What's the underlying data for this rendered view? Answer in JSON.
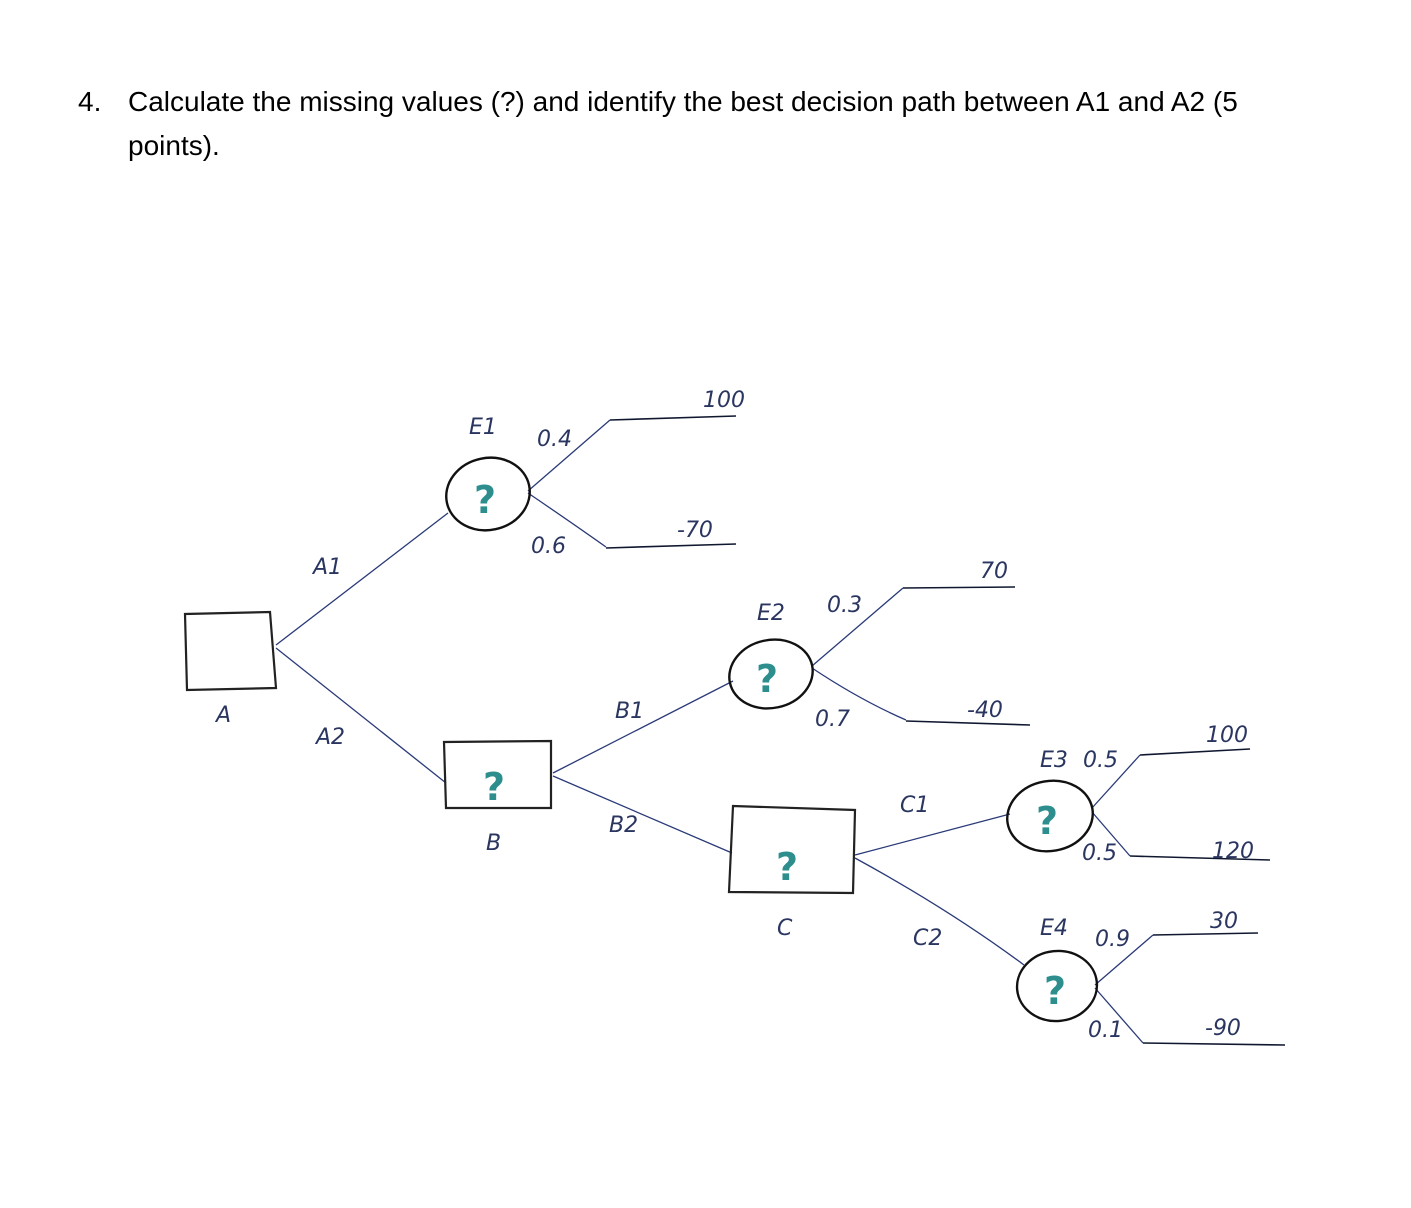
{
  "question": {
    "number": "4.",
    "text": "Calculate the missing values (?) and identify the best decision path between A1 and A2 (5 points)."
  },
  "tree": {
    "root_label": "A",
    "branch_a1": "A1",
    "branch_a2": "A2",
    "node_e1": {
      "label": "E1",
      "value": "?",
      "p_top": "0.4",
      "p_bottom": "0.6",
      "pay_top": "100",
      "pay_bottom": "-70"
    },
    "node_b": {
      "label": "B",
      "value": "?",
      "branch_b1": "B1",
      "branch_b2": "B2"
    },
    "node_e2": {
      "label": "E2",
      "value": "?",
      "p_top": "0.3",
      "p_bottom": "0.7",
      "pay_top": "70",
      "pay_bottom": "-40"
    },
    "node_c": {
      "label": "C",
      "value": "?",
      "branch_c1": "C1",
      "branch_c2": "C2"
    },
    "node_e3": {
      "label": "E3",
      "value": "?",
      "p_top": "0.5",
      "p_bottom": "0.5",
      "pay_top": "100",
      "pay_bottom": "120"
    },
    "node_e4": {
      "label": "E4",
      "value": "?",
      "p_top": "0.9",
      "p_bottom": "0.1",
      "pay_top": "30",
      "pay_bottom": "-90"
    }
  },
  "colors": {
    "question_mark": "#2e8e8e",
    "edge": "#2a3a78"
  }
}
